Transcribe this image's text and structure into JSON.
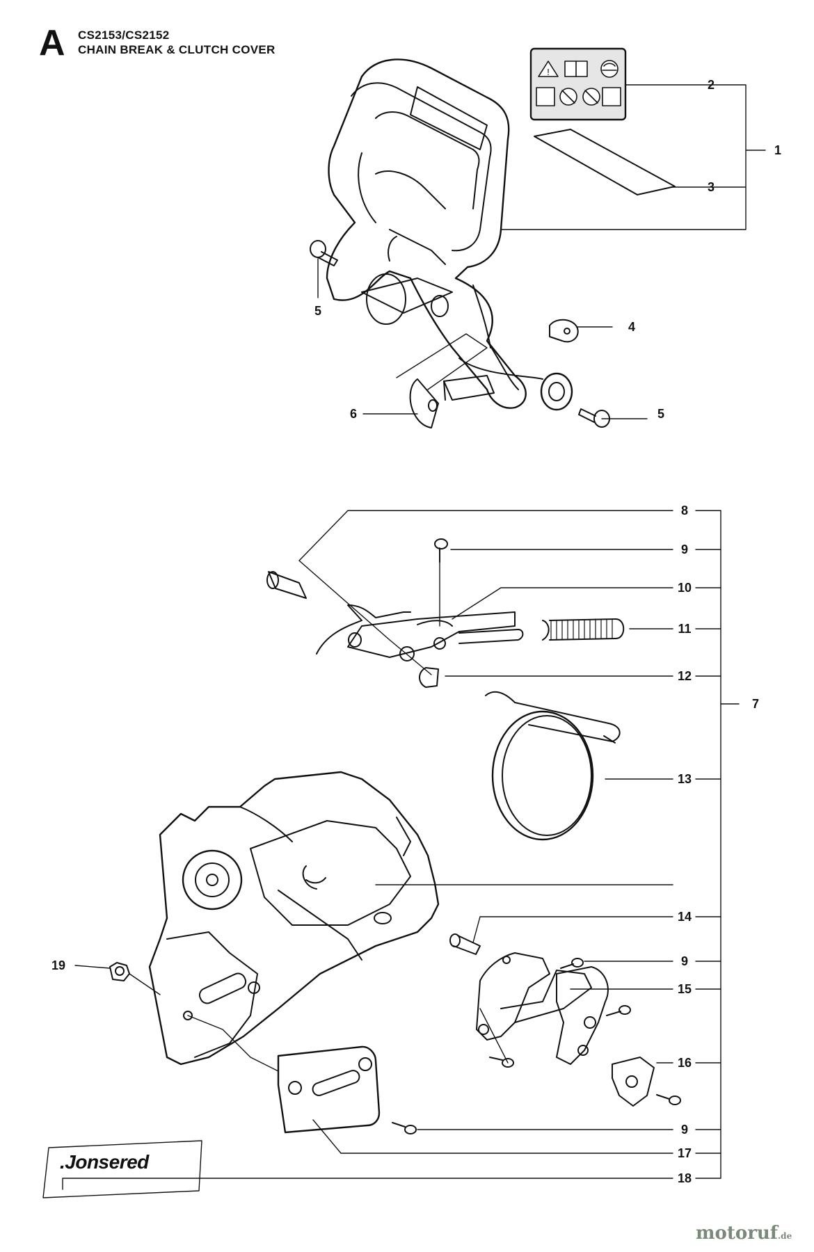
{
  "section": {
    "letter": "A"
  },
  "title": {
    "model": "CS2153/CS2152",
    "name": "CHAIN BREAK & CLUTCH COVER"
  },
  "callouts": [
    {
      "key": "c1",
      "label": "1"
    },
    {
      "key": "c2",
      "label": "2"
    },
    {
      "key": "c3",
      "label": "3"
    },
    {
      "key": "c4",
      "label": "4"
    },
    {
      "key": "c5a",
      "label": "5"
    },
    {
      "key": "c5b",
      "label": "5"
    },
    {
      "key": "c6",
      "label": "6"
    },
    {
      "key": "c7",
      "label": "7"
    },
    {
      "key": "c8",
      "label": "8"
    },
    {
      "key": "c9a",
      "label": "9"
    },
    {
      "key": "c10",
      "label": "10"
    },
    {
      "key": "c11",
      "label": "11"
    },
    {
      "key": "c12",
      "label": "12"
    },
    {
      "key": "c13",
      "label": "13"
    },
    {
      "key": "c14",
      "label": "14"
    },
    {
      "key": "c9b",
      "label": "9"
    },
    {
      "key": "c15",
      "label": "15"
    },
    {
      "key": "c16",
      "label": "16"
    },
    {
      "key": "c9c",
      "label": "9"
    },
    {
      "key": "c17",
      "label": "17"
    },
    {
      "key": "c18",
      "label": "18"
    },
    {
      "key": "c19",
      "label": "19"
    }
  ],
  "brand": {
    "logo_text": ".Jonsered"
  },
  "watermark": {
    "text": "motoruf",
    "suffix": ".de"
  },
  "colors": {
    "line": "#111111",
    "sticker_bg": "#e6e6e6",
    "watermark": "#7a8a7a"
  }
}
